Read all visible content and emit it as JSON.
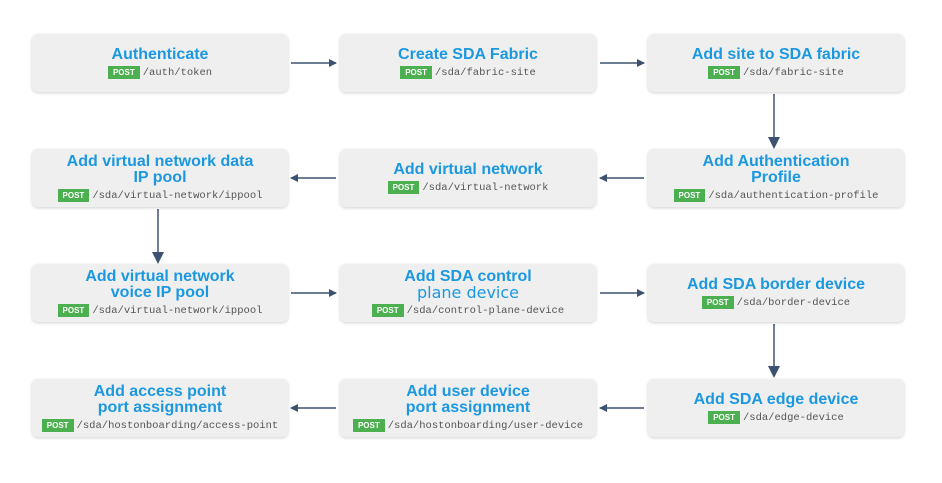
{
  "colors": {
    "title": "#1b98e0",
    "method_badge": "#4caf50",
    "arrow": "#3d5270",
    "box": "#efefef"
  },
  "steps": [
    {
      "title": "Authenticate",
      "method": "POST",
      "path": "/auth/token"
    },
    {
      "title": "Create SDA Fabric",
      "method": "POST",
      "path": "/sda/fabric-site"
    },
    {
      "title": "Add site to SDA fabric",
      "method": "POST",
      "path": "/sda/fabric-site"
    },
    {
      "title": "Add Authentication\nProfile",
      "method": "POST",
      "path": "/sda/authentication-profile"
    },
    {
      "title": "Add virtual network",
      "method": "POST",
      "path": "/sda/virtual-network"
    },
    {
      "title": "Add virtual network data\nIP pool",
      "method": "POST",
      "path": "/sda/virtual-network/ippool"
    },
    {
      "title": "Add virtual network\nvoice IP pool",
      "method": "POST",
      "path": "/sda/virtual-network/ippool"
    },
    {
      "title": "Add SDA control",
      "title_sub": "plane device",
      "method": "POST",
      "path": "/sda/control-plane-device"
    },
    {
      "title": "Add SDA border device",
      "method": "POST",
      "path": "/sda/border-device"
    },
    {
      "title": "Add SDA edge device",
      "method": "POST",
      "path": "/sda/edge-device"
    },
    {
      "title": "Add user device\nport assignment",
      "method": "POST",
      "path": "/sda/hostonboarding/user-device"
    },
    {
      "title": "Add access point\nport assignment",
      "method": "POST",
      "path": "/sda/hostonboarding/access-point"
    }
  ]
}
